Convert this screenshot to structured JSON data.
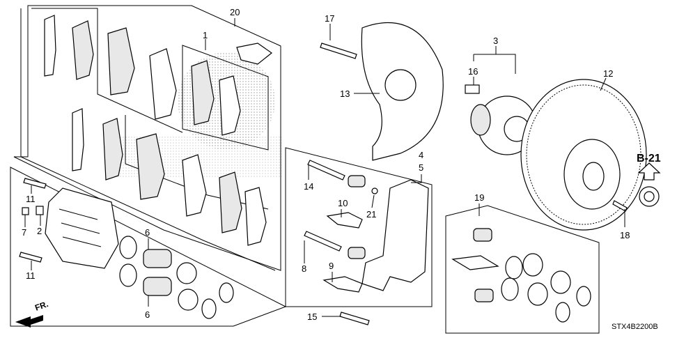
{
  "labels": {
    "n1": "1",
    "n2": "2",
    "n3": "3",
    "n4": "4",
    "n5": "5",
    "n6a": "6",
    "n6b": "6",
    "n7": "7",
    "n8": "8",
    "n9": "9",
    "n10": "10",
    "n11a": "11",
    "n11b": "11",
    "n12": "12",
    "n13": "13",
    "n14": "14",
    "n15": "15",
    "n16": "16",
    "n17": "17",
    "n18": "18",
    "n19": "19",
    "n20": "20",
    "n21": "21"
  },
  "ref": "B-21",
  "front": "FR.",
  "code": "STX4B2200B",
  "colors": {
    "line": "#000000",
    "shade": "#cfcfcf",
    "bg": "#ffffff"
  }
}
